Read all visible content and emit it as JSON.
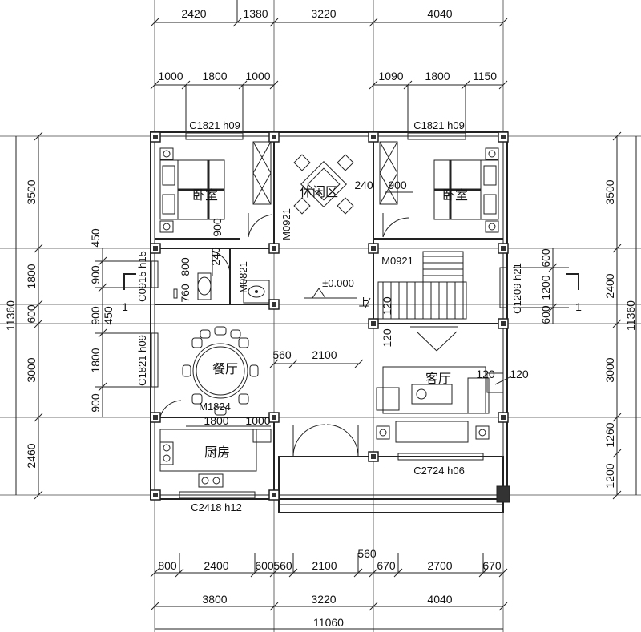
{
  "dims": {
    "top_outer": [
      "2420",
      "1380",
      "3220",
      "4040"
    ],
    "top_inner_left": [
      "1000",
      "1800",
      "1000"
    ],
    "top_inner_right": [
      "1090",
      "1800",
      "1150"
    ],
    "bottom_inner": [
      "800",
      "2400",
      "600",
      "560",
      "2100",
      "560",
      "670",
      "2700",
      "670"
    ],
    "bottom_outer": [
      "3800",
      "3220",
      "4040"
    ],
    "bottom_total": "11060",
    "left_outer": [
      "3500",
      "1800",
      "600",
      "3000",
      "2460"
    ],
    "left_inner": [
      "450",
      "900",
      "900",
      "450",
      "1800",
      "900"
    ],
    "left_total": "11360",
    "right_outer": [
      "3500",
      "2400",
      "3000",
      "1260",
      "1200"
    ],
    "right_inner": [
      "600",
      "1200",
      "600"
    ],
    "right_total": "11360",
    "misc": [
      "240",
      "900",
      "240",
      "800",
      "900",
      "760",
      "120",
      "120",
      "120",
      "120",
      "560",
      "2100",
      "1800",
      "1000"
    ]
  },
  "rooms": {
    "bedroom_left": "卧室",
    "bedroom_right": "卧室",
    "leisure": "休闲区",
    "dining": "餐厅",
    "living": "客厅",
    "kitchen": "厨房"
  },
  "labels": {
    "win_top_left": "C1821 h09",
    "win_top_right": "C1821 h09",
    "door_bed_left": "M0921",
    "door_bed_right": "M0921",
    "door_bath": "M0821",
    "win_bath": "C0915 h15",
    "win_stair": "C1209 h21",
    "win_dining": "C1821 h09",
    "door_dining": "M1824",
    "win_living": "C2724 h06",
    "win_kitchen": "C2418 h12",
    "level": "±0.000",
    "section_mark_left": "1",
    "section_mark_right": "1",
    "stair_mark": "上"
  }
}
